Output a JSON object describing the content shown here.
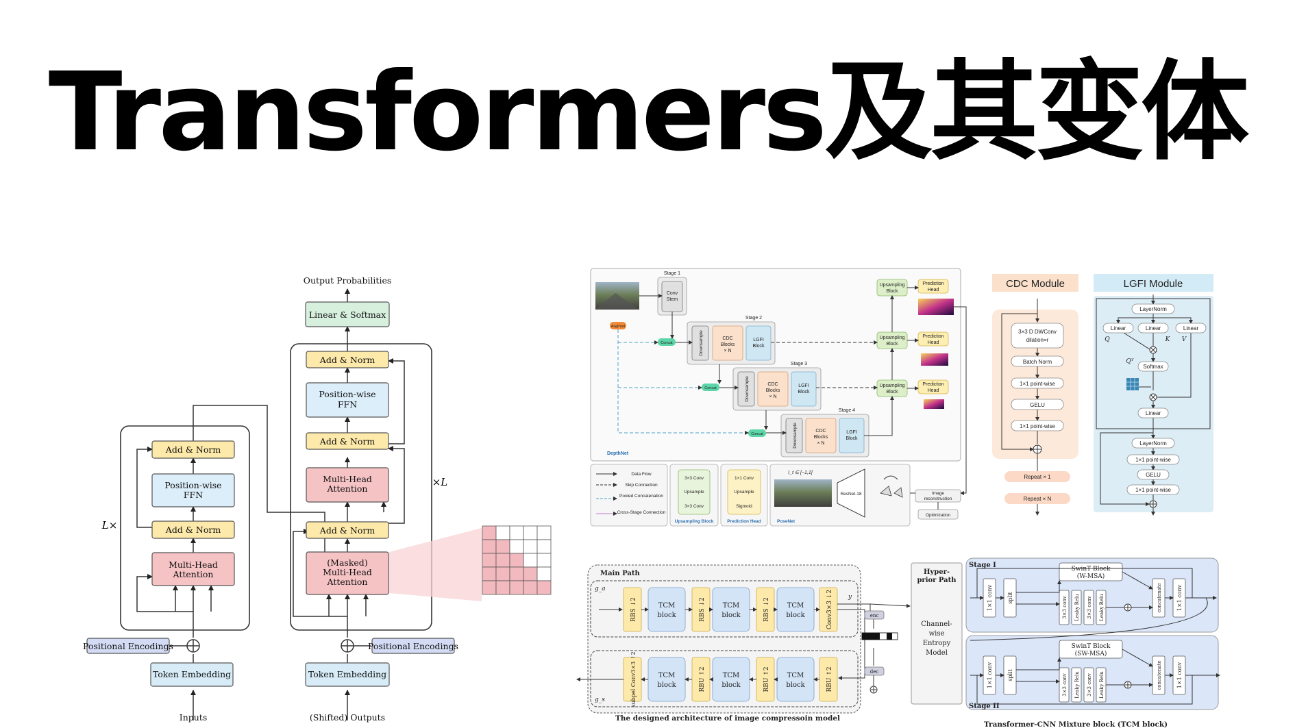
{
  "title": "Transformers及其变体",
  "colors": {
    "addnorm": "#fde9a9",
    "ffn": "#dceefa",
    "attn": "#f6c3c5",
    "emb": "#d7ecf7",
    "pos": "#d4dcf5",
    "softmax": "#d7f0de",
    "cdc": "#fbe1cc",
    "lgfi": "#d3ebf6"
  },
  "transformer": {
    "output_probabilities": "Output Probabilities",
    "linear_softmax": "Linear & Softmax",
    "add_norm": "Add & Norm",
    "ffn": [
      "Position-wise",
      "FFN"
    ],
    "mha": [
      "Multi-Head",
      "Attention"
    ],
    "masked_mha": [
      "(Masked)",
      "Multi-Head",
      "Attention"
    ],
    "positional_encodings": "Positional Encodings",
    "token_embedding": "Token Embedding",
    "inputs": "Inputs",
    "shifted_outputs": "(Shifted) Outputs",
    "encoder_repeat": "L×",
    "decoder_repeat": "×L"
  },
  "depthnet": {
    "stages": [
      "Stage 1",
      "Stage 2",
      "Stage 3",
      "Stage 4"
    ],
    "conv_stem": [
      "Conv",
      "Stem"
    ],
    "downsample": "Downsample",
    "cdc_blocks": [
      "CDC",
      "Blocks",
      "× N"
    ],
    "lgfi_block": [
      "LGFI",
      "Block"
    ],
    "upsampling_block": [
      "Upsampling",
      "Block"
    ],
    "prediction_head": [
      "Prediction",
      "Head"
    ],
    "concat": "Concat",
    "avgpool": "AvgPool",
    "label": "DepthNet",
    "legend": [
      "Data Flow",
      "Skip Connection",
      "Pooled Concatenation",
      "Cross-Stage Connection"
    ],
    "upsampling_detail": [
      "3×3 Conv",
      "Upsample",
      "3×3 Conv"
    ],
    "upsampling_caption": "Upsampling Block",
    "prediction_detail": [
      "1×1 Conv",
      "Upsample",
      "Sigmoid"
    ],
    "prediction_caption": "Prediction Head",
    "posenet": "PoseNet",
    "resnet": "ResNet-18",
    "input_range": "I_t ∈ [−1,1]",
    "image_reconstruction": [
      "Image",
      "reconstruction"
    ],
    "optimization": "Optimization"
  },
  "cdc_module": {
    "title": "CDC Module",
    "items": [
      "3×3 D DWConv dilation=r",
      "Batch Norm",
      "1×1 point-wise",
      "GELU",
      "1×1 point-wise"
    ],
    "repeat1": "Repeat × 1",
    "repeatN": "Repeat × N"
  },
  "lgfi_module": {
    "title": "LGFI Module",
    "layernorm": "LayerNorm",
    "linear": "Linear",
    "qkv": [
      "Q",
      "K",
      "V"
    ],
    "qt": "Qᵀ",
    "softmax": "Softmax",
    "bottom": [
      "LayerNorm",
      "1×1 point-wise",
      "GELU",
      "1×1 point-wise"
    ]
  },
  "compression": {
    "main_path": "Main Path",
    "hyper_path": [
      "Hyper-",
      "prior Path"
    ],
    "entropy": [
      "Channel-",
      "wise",
      "Entropy",
      "Model"
    ],
    "rbs": "RBS ↓2",
    "rbu": "RBU ↑2",
    "tcm": [
      "TCM",
      "block"
    ],
    "conv_down": "Conv3×3 ↓2",
    "conv_up": "subpel Conv3×3 ↑2",
    "enc": "enc",
    "dec": "dec",
    "ga": "g_a",
    "gs": "g_s",
    "y": "y",
    "caption": "The designed architecture of image compressoin model"
  },
  "tcm": {
    "stage1": "Stage I",
    "stage2": "Stage II",
    "swin1": [
      "SwinT Block",
      "(W-MSA)"
    ],
    "swin2": [
      "SwinT Block",
      "(SW-MSA)"
    ],
    "conv1x1": "1×1 conv",
    "split": "split",
    "concat": "concatenate",
    "res": [
      "3×3 conv",
      "Leaky Relu",
      "3×3 conv",
      "Leaky Relu"
    ],
    "caption": "Transformer-CNN Mixture block (TCM block)"
  }
}
